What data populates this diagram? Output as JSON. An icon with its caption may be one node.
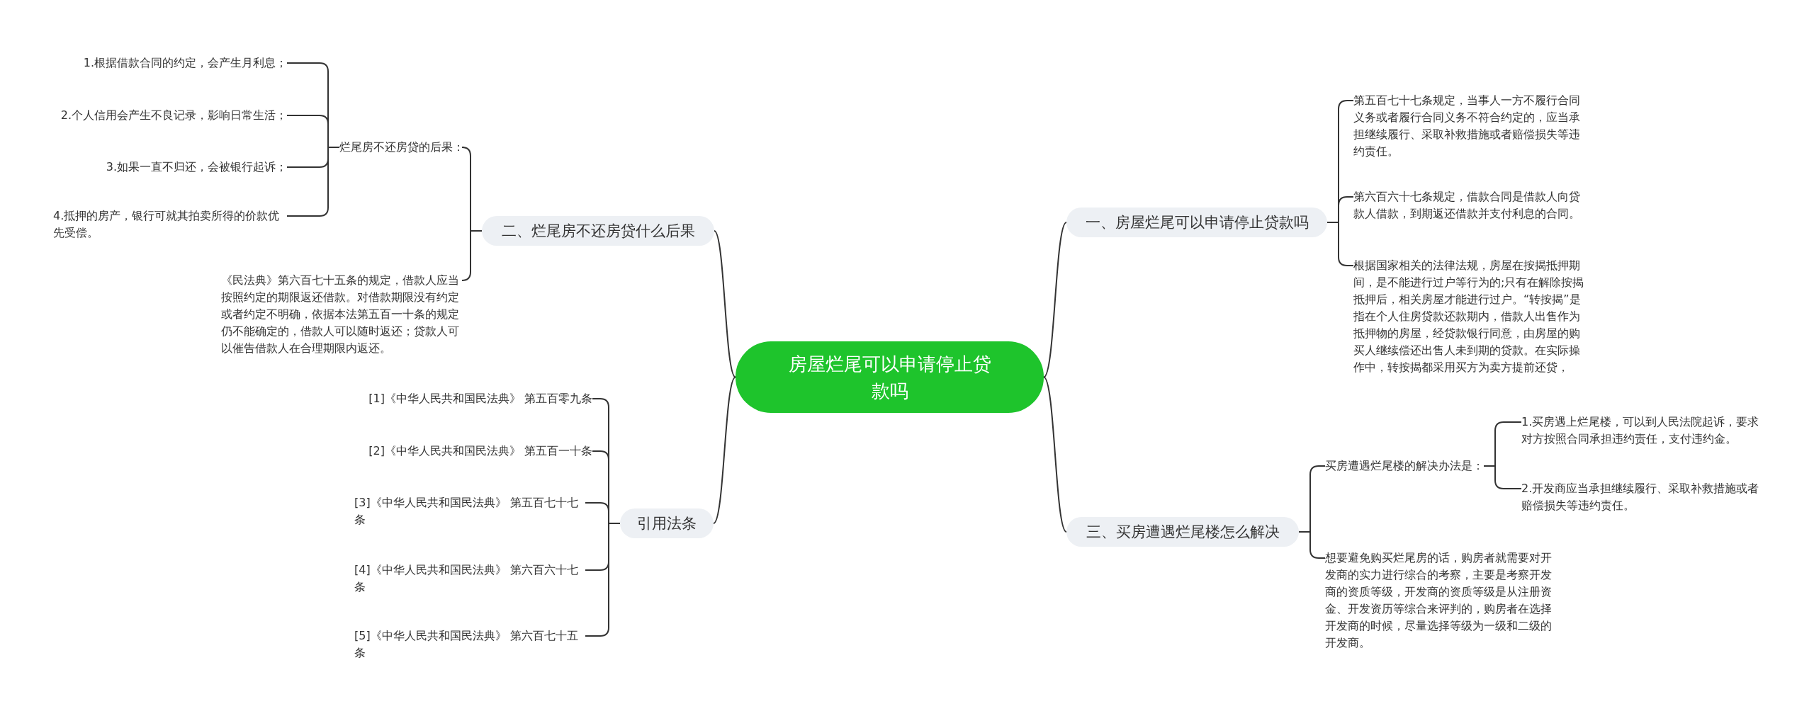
{
  "diagram": {
    "nodes": [
      {
        "text": [
          "房屋烂尾可以申请停止贷款吗"
        ]
      },
      {
        "text": [
          "一、房屋烂尾可以申请停止贷款吗"
        ]
      },
      {
        "text": [
          "第五百七十七条规定，当事人一方不履行合同义务或者履行合同义务不符合约定的，应当承担继续履行、采取补救措施或者赔偿损失等违约责任。"
        ]
      },
      {
        "text": [
          "第六百六十七条规定，借款合同是借款人向贷款人借款，到期返还借款并支付利息的合同。"
        ]
      },
      {
        "text": [
          "根据国家相关的法律法规，房屋在按揭抵押期间，是不能进行过户等行为的;只有在解除按揭抵押后，相关房屋才能进行过户。“转按揭”是指在个人住房贷款还款期内，借款人出售作为抵押物的房屋，经贷款银行同意，由房屋的购买人继续偿还出售人未到期的贷款。在实际操作中，转按揭都采用买方为卖方提前还贷，"
        ]
      },
      {
        "text": [
          "二、烂尾房不还房贷什么后果"
        ]
      },
      {
        "text": [
          "烂尾房不还房贷的后果："
        ]
      },
      {
        "text": [
          "1.根据借款合同的约定，会产生月利息；"
        ]
      },
      {
        "text": [
          "2.个人信用会产生不良记录，影响日常生活；"
        ]
      },
      {
        "text": [
          "3.如果一直不归还，会被银行起诉；"
        ]
      },
      {
        "text": [
          "4.抵押的房产，银行可就其拍卖所得的价款优先受偿。"
        ]
      },
      {
        "text": [
          "《民法典》第六百七十五条的规定，借款人应当按照约定的期限返还借款。对借款期限没有约定或者约定不明确，依据本法第五百一十条的规定仍不能确定的，借款人可以随时返还；贷款人可以催告借款人在合理期限内返还。"
        ]
      },
      {
        "text": [
          "引用法条"
        ]
      },
      {
        "text": [
          "[1]《中华人民共和国民法典》 第五百零九条"
        ]
      },
      {
        "text": [
          "[2]《中华人民共和国民法典》 第五百一十条"
        ]
      },
      {
        "text": [
          "[3]《中华人民共和国民法典》 第五百七十七条"
        ]
      },
      {
        "text": [
          "[4]《中华人民共和国民法典》 第六百六十七条"
        ]
      },
      {
        "text": [
          "[5]《中华人民共和国民法典》 第六百七十五条"
        ]
      },
      {
        "text": [
          "三、买房遭遇烂尾楼怎么解决"
        ]
      },
      {
        "text": [
          "买房遭遇烂尾楼的解决办法是："
        ]
      },
      {
        "text": [
          "1.买房遇上烂尾楼，可以到人民法院起诉，要求对方按照合同承担违约责任，支付违约金。"
        ]
      },
      {
        "text": [
          "2.开发商应当承担继续履行、采取补救措施或者赔偿损失等违约责任。"
        ]
      },
      {
        "text": [
          "想要避免购买烂尾房的话，购房者就需要对开发商的实力进行综合的考察，主要是考察开发商的资质等级，开发商的资质等级是从注册资金、开发资历等综合来评判的，购房者在选择开发商的时候，尽量选择等级为一级和二级的开发商。"
        ]
      }
    ],
    "edges": [
      {
        "from": 0,
        "to": 1,
        "arrow": "none"
      },
      {
        "from": 1,
        "to": 2,
        "arrow": "none"
      },
      {
        "from": 1,
        "to": 3,
        "arrow": "none"
      },
      {
        "from": 1,
        "to": 4,
        "arrow": "none"
      },
      {
        "from": 0,
        "to": 5,
        "arrow": "none"
      },
      {
        "from": 5,
        "to": 6,
        "arrow": "none"
      },
      {
        "from": 6,
        "to": 7,
        "arrow": "none"
      },
      {
        "from": 6,
        "to": 8,
        "arrow": "none"
      },
      {
        "from": 6,
        "to": 9,
        "arrow": "none"
      },
      {
        "from": 6,
        "to": 10,
        "arrow": "none"
      },
      {
        "from": 5,
        "to": 11,
        "arrow": "none"
      },
      {
        "from": 0,
        "to": 12,
        "arrow": "none"
      },
      {
        "from": 12,
        "to": 13,
        "arrow": "none"
      },
      {
        "from": 12,
        "to": 14,
        "arrow": "none"
      },
      {
        "from": 12,
        "to": 15,
        "arrow": "none"
      },
      {
        "from": 12,
        "to": 16,
        "arrow": "none"
      },
      {
        "from": 12,
        "to": 17,
        "arrow": "none"
      },
      {
        "from": 0,
        "to": 18,
        "arrow": "none"
      },
      {
        "from": 18,
        "to": 19,
        "arrow": "none"
      },
      {
        "from": 19,
        "to": 20,
        "arrow": "none"
      },
      {
        "from": 19,
        "to": 21,
        "arrow": "none"
      },
      {
        "from": 18,
        "to": 22,
        "arrow": "none"
      }
    ]
  }
}
